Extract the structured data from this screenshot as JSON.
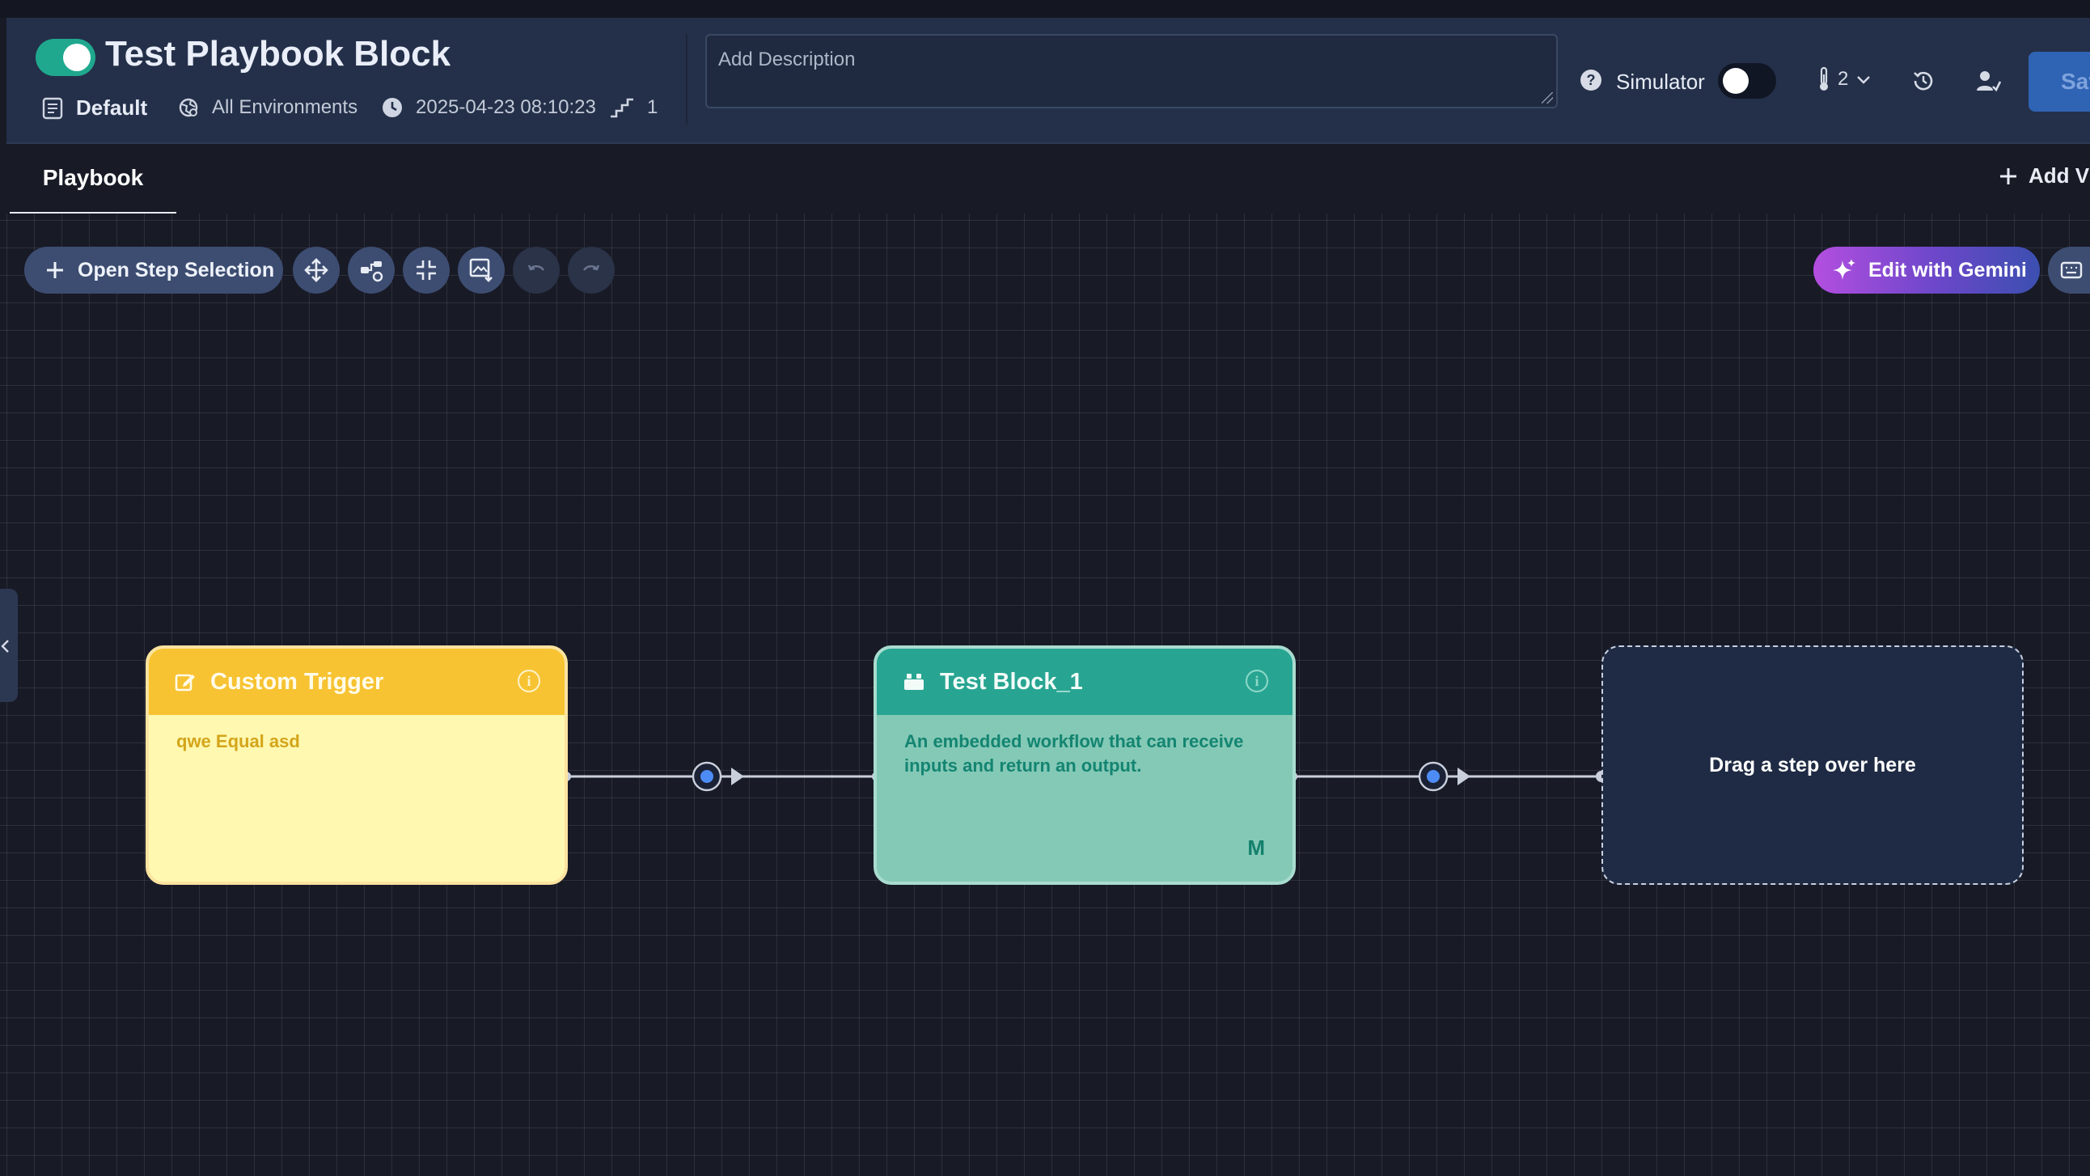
{
  "header": {
    "title": "Test Playbook Block",
    "enabled": true,
    "category": "Default",
    "environment": "All Environments",
    "timestamp": "2025-04-23 08:10:23",
    "step_count": "1",
    "description_placeholder": "Add Description",
    "simulator_label": "Simulator",
    "simulator_enabled": false,
    "priority_value": "2",
    "save_label": "Sav"
  },
  "tabs": {
    "playbook": "Playbook",
    "add_view": "Add Vi"
  },
  "toolbar": {
    "open_step_selection": "Open Step Selection",
    "edit_with_gemini": "Edit with Gemini"
  },
  "nodes": {
    "trigger": {
      "title": "Custom Trigger",
      "body": "qwe Equal asd"
    },
    "block": {
      "title": "Test Block_1",
      "body": "An embedded workflow that can receive inputs and return an output.",
      "badge": "M"
    },
    "dropzone": {
      "text": "Drag a step over here"
    }
  },
  "colors": {
    "accent": "#1fa88e",
    "trigger_header": "#f7c332",
    "block_header": "#27a592",
    "save": "#2f63b3",
    "connector_dot": "#4d8cf5"
  },
  "icons": [
    "playbook-icon",
    "environment-icon",
    "clock-icon",
    "steps-icon",
    "help-icon",
    "thermometer-icon",
    "chevron-down-icon",
    "history-icon",
    "user-settings-icon",
    "plus-icon",
    "move-icon",
    "branch-icon",
    "collapse-icon",
    "image-export-icon",
    "undo-icon",
    "redo-icon",
    "sparkle-icon",
    "keyboard-icon",
    "edit-icon",
    "info-icon",
    "block-icon"
  ]
}
